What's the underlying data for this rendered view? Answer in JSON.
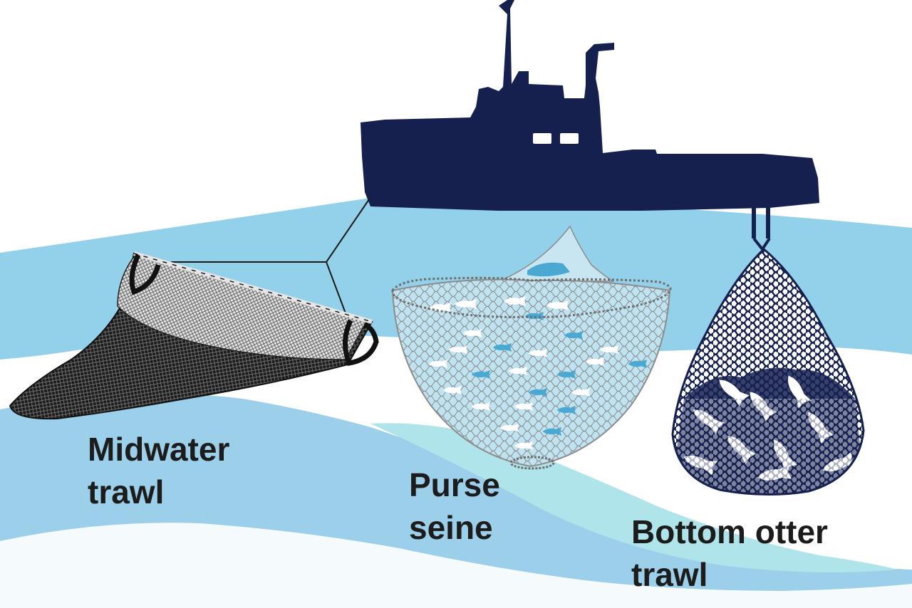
{
  "colors": {
    "sky": "#ffffff",
    "wave_light": "#93d0ea",
    "wave_mid": "#9ccfe9",
    "wave_pale": "#aee4ea",
    "ship": "#15204f",
    "net_black": "#1a1a1a",
    "net_gray": "#777777",
    "fish_blue": "#4aa8d2",
    "fish_white": "#ffffff",
    "label_text": "#1c1c1c"
  },
  "icons": {
    "ship": "fishing-vessel-silhouette",
    "midwater_net": "midwater-trawl-net",
    "purse_net": "purse-seine-net",
    "bottom_net": "bottom-otter-trawl-net",
    "fish": "fish-icon"
  },
  "labels": {
    "midwater": {
      "line1": "Midwater",
      "line2": "trawl"
    },
    "purse": {
      "line1": "Purse",
      "line2": "seine"
    },
    "bottom": {
      "line1": "Bottom otter",
      "line2": "trawl"
    }
  }
}
